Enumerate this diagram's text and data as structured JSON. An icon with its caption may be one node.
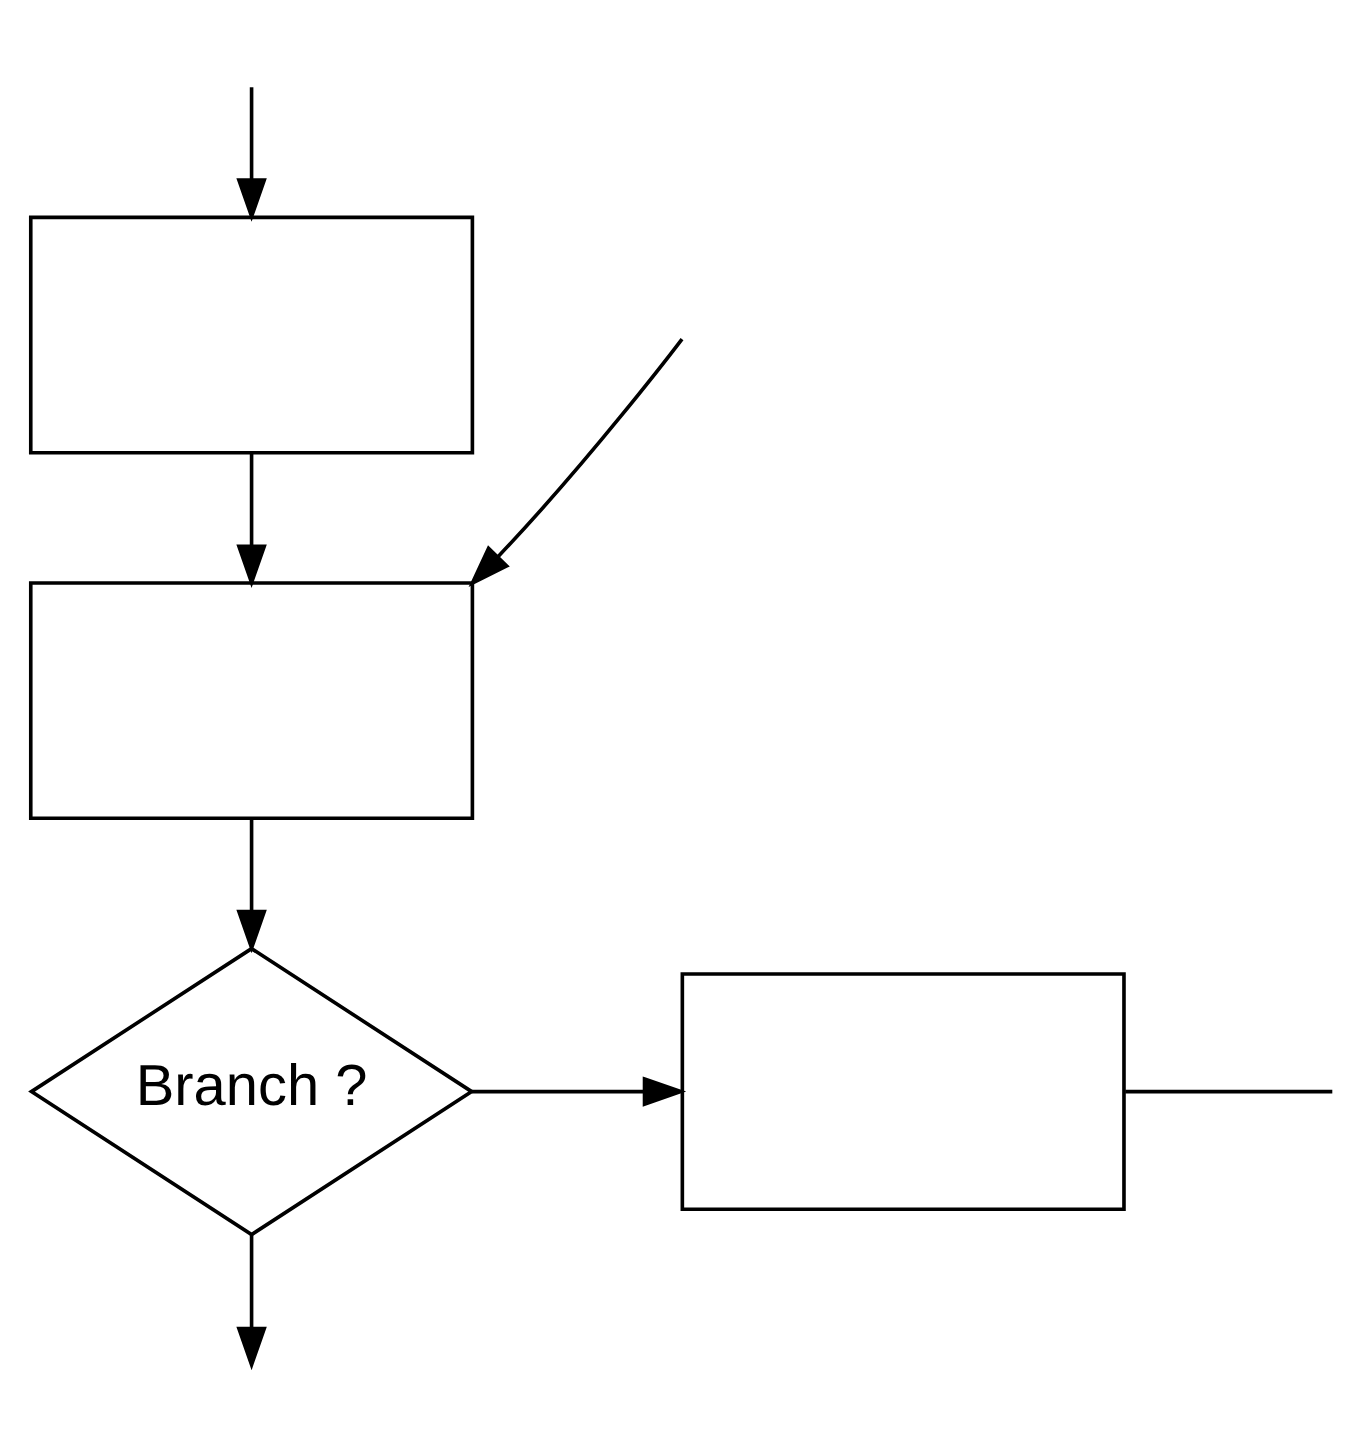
{
  "diagram": {
    "nodes": [
      {
        "text": [],
        "shape": "box"
      },
      {
        "text": [],
        "shape": "box"
      },
      {
        "text": [
          "Branch ?"
        ]
      },
      {
        "text": [],
        "shape": "box"
      }
    ],
    "edges": [
      {
        "from": null,
        "to": 0,
        "arrow": "to"
      },
      {
        "from": 0,
        "to": 1,
        "arrow": "to"
      },
      {
        "from": null,
        "to": 1,
        "arrow": "to"
      },
      {
        "from": 1,
        "to": 2,
        "arrow": "to"
      },
      {
        "from": 2,
        "to": 3,
        "arrow": "to"
      },
      {
        "from": 3,
        "to": null,
        "arrow": "none"
      },
      {
        "from": 2,
        "to": null,
        "arrow": "to"
      }
    ]
  }
}
